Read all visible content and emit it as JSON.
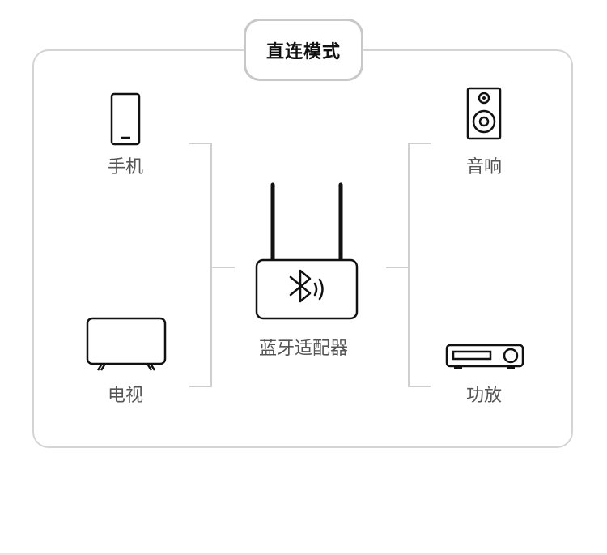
{
  "title": "直连模式",
  "center": {
    "label": "蓝牙适配器"
  },
  "devices": {
    "phone": "手机",
    "tv": "电视",
    "speaker": "音响",
    "amplifier": "功放"
  },
  "colors": {
    "stroke": "#111111",
    "line": "#cfcfcf",
    "frame": "#d4d4d4",
    "label": "#555555"
  }
}
